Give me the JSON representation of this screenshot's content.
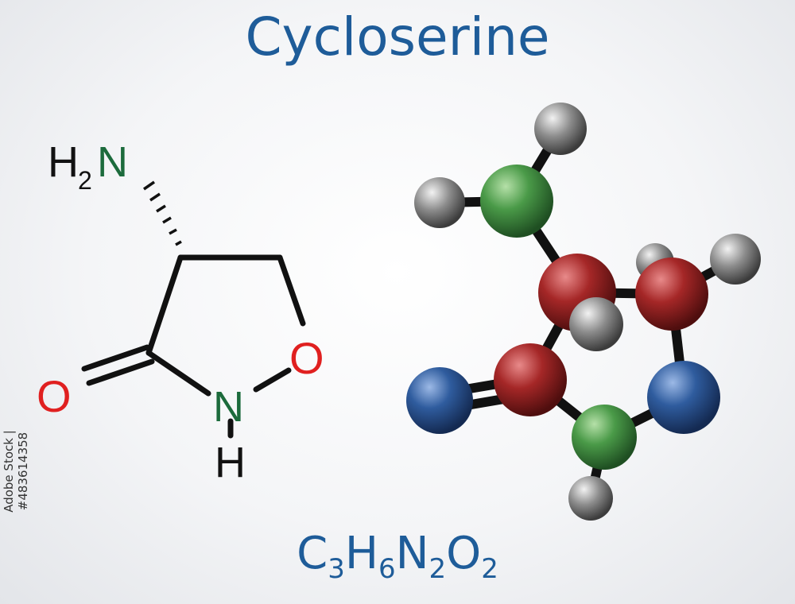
{
  "title": "Cycloserine",
  "formula": {
    "c": "C",
    "c_n": "3",
    "h": "H",
    "h_n": "6",
    "n": "N",
    "n_n": "2",
    "o": "O",
    "o_n": "2"
  },
  "structure_labels": {
    "h": "H",
    "n": "N",
    "two": "2",
    "o": "O"
  },
  "stock_id": "Adobe Stock | #483614358",
  "colors": {
    "title": "#1e5c99",
    "bond": "#111111",
    "nitrogen_label": "#1c6b3c",
    "oxygen_label": "#e02020",
    "atom_green": "#3f8a3f",
    "atom_red": "#a82525",
    "atom_blue": "#2d5a9a",
    "atom_gray": "#8a8a8a"
  }
}
